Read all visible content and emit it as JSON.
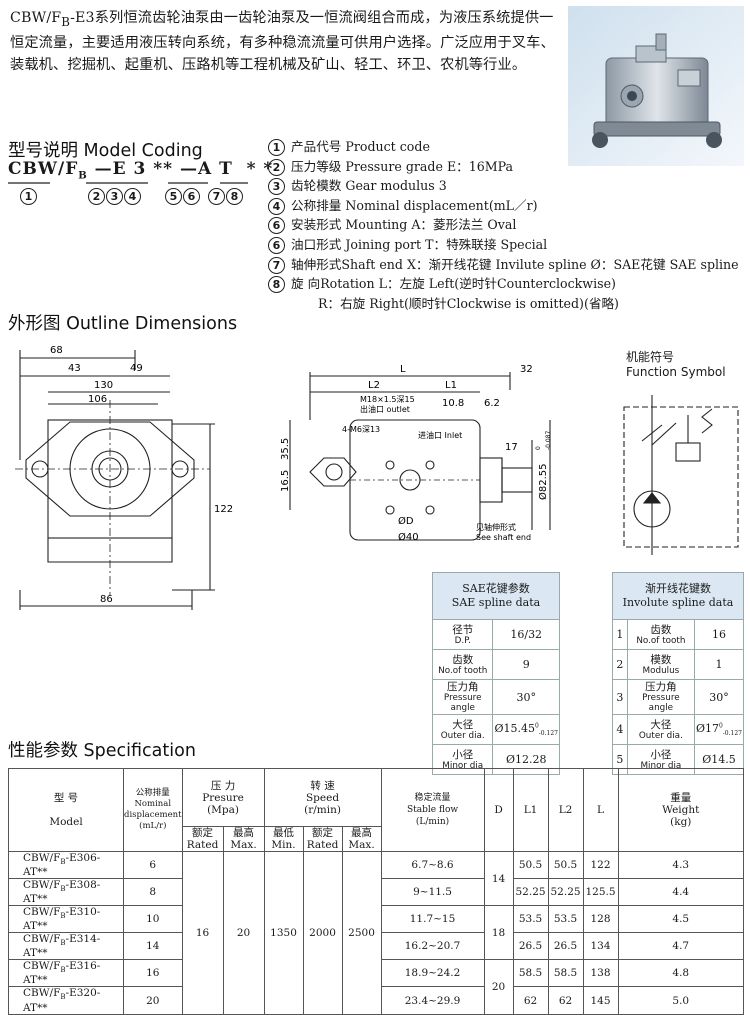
{
  "intro": {
    "text": "CBW/F<sub>B</sub>-E3系列恒流齿轮油泵由一齿轮油泵及一恒流阀组合而成，为液压系统提供一恒定流量，主要适用液压转向系统，有多种稳流流量可供用户选择。广泛应用于叉车、装载机、挖掘机、起重机、压路机等工程机械及矿山、轻工、环卫、农机等行业。"
  },
  "model_coding": {
    "title": "型号说明  Model Coding",
    "code": {
      "prefix": "CBW/F",
      "sub": "B",
      "rest": " —E 3 ** —A T  * *"
    },
    "numbers": [
      "1",
      "2",
      "3",
      "4",
      "5",
      "6",
      "7",
      "8"
    ],
    "legend": [
      {
        "n": "1",
        "text": "产品代号 Product code"
      },
      {
        "n": "2",
        "text": "压力等级 Pressure grade  E：16MPa"
      },
      {
        "n": "3",
        "text": "齿轮模数 Gear modulus 3"
      },
      {
        "n": "4",
        "text": "公称排量 Nominal displacement(mL／r)"
      },
      {
        "n": "6",
        "text": "安装形式 Mounting  A：菱形法兰 Oval"
      },
      {
        "n": "6",
        "text": "油口形式 Joining port  T：特殊联接 Special"
      },
      {
        "n": "7",
        "text": "轴伸形式Shaft end  X：渐开线花键 Invilute spline  Ø：SAE花键 SAE spline"
      },
      {
        "n": "8",
        "text": "旋  向Rotation  L：左旋 Left(逆时针Counterclockwise)"
      }
    ],
    "legend_extra": "R：右旋 Right(顺时针Clockwise is omitted)(省略)"
  },
  "outline": {
    "title": "外形图  Outline Dimensions",
    "front": {
      "d68": "68",
      "d43": "43",
      "d49": "49",
      "d130": "130",
      "d106": "106",
      "d122": "122",
      "d86": "86"
    },
    "side": {
      "L": "L",
      "L2": "L2",
      "L1": "L1",
      "d32": "32",
      "d108": "10.8",
      "d62": "6.2",
      "d355": "35.5",
      "d165": "16.5",
      "d17": "17",
      "outlet": "M18×1.5深15",
      "outlet_cn": "出油口  outlet",
      "m6": "4-M6深13",
      "inlet": "进油口 Inlet",
      "phiD": "ØD",
      "phi40": "Ø40",
      "phi82": "Ø82.55",
      "tol": "-0.087",
      "tol0": "0",
      "shaft_cn": "见轴伸形式",
      "shaft_en": "See shaft end"
    }
  },
  "function_symbol": {
    "title_cn": "机能符号",
    "title_en": "Function Symbol"
  },
  "sae_table": {
    "title_cn": "SAE花键参数",
    "title_en": "SAE spline data",
    "rows": [
      {
        "cn": "径节",
        "en": "D.P.",
        "val": "16/32"
      },
      {
        "cn": "齿数",
        "en": "No.of tooth",
        "val": "9"
      },
      {
        "cn": "压力角",
        "en": "Pressure angle",
        "val": "30°"
      },
      {
        "cn": "大径",
        "en": "Outer dia.",
        "val": "Ø15.45",
        "sup": "0",
        "sub": "-0.127"
      },
      {
        "cn": "小径",
        "en": "Minor dia",
        "val": "Ø12.28"
      }
    ]
  },
  "involute_table": {
    "title_cn": "渐开线花键数",
    "title_en": "Involute spline data",
    "rows": [
      {
        "i": "1",
        "cn": "齿数",
        "en": "No.of tooth",
        "val": "16"
      },
      {
        "i": "2",
        "cn": "模数",
        "en": "Modulus",
        "val": "1"
      },
      {
        "i": "3",
        "cn": "压力角",
        "en": "Pressure angle",
        "val": "30°"
      },
      {
        "i": "4",
        "cn": "大径",
        "en": "Outer dia.",
        "val": "Ø17",
        "sup": "0",
        "sub": "-0.127"
      },
      {
        "i": "5",
        "cn": "小径",
        "en": "Minor dia",
        "val": "Ø14.5"
      }
    ]
  },
  "spec": {
    "title": "性能参数  Specification",
    "headers": {
      "model_cn": "型    号",
      "model_en": "Model",
      "disp": "公称排量 Nominal displacement (mL/r)",
      "pres_cn": "压    力",
      "pres_en": "Presure",
      "pres_unit": "(Mpa)",
      "speed_cn": "转    速",
      "speed_en": "Speed",
      "speed_unit": "(r/min)",
      "flow_cn": "稳定流量",
      "flow_en": "Stable flow",
      "flow_unit": "(L/min)",
      "D": "D",
      "L1": "L1",
      "L2": "L2",
      "L": "L",
      "wt_cn": "重量",
      "wt_en": "Weight",
      "wt_unit": "(kg)",
      "rated_cn": "额定",
      "rated_en": "Rated",
      "max_cn": "最高",
      "max_en": "Max.",
      "min_cn": "最低",
      "min_en": "Min."
    },
    "shared": {
      "pres_rated": "16",
      "pres_max": "20",
      "sp_min": "1350",
      "sp_rated": "2000",
      "sp_max": "2500"
    },
    "D_groups": [
      "14",
      "18",
      "20"
    ],
    "rows": [
      {
        "model": "CBW/FB-E306-AT**",
        "disp": "6",
        "flow": "6.7~8.6",
        "l1": "50.5",
        "l2": "50.5",
        "l": "122",
        "wt": "4.3"
      },
      {
        "model": "CBW/FB-E308-AT**",
        "disp": "8",
        "flow": "9~11.5",
        "l1": "52.25",
        "l2": "52.25",
        "l": "125.5",
        "wt": "4.4"
      },
      {
        "model": "CBW/FB-E310-AT**",
        "disp": "10",
        "flow": "11.7~15",
        "l1": "53.5",
        "l2": "53.5",
        "l": "128",
        "wt": "4.5"
      },
      {
        "model": "CBW/FB-E314-AT**",
        "disp": "14",
        "flow": "16.2~20.7",
        "l1": "26.5",
        "l2": "26.5",
        "l": "134",
        "wt": "4.7"
      },
      {
        "model": "CBW/FB-E316-AT**",
        "disp": "16",
        "flow": "18.9~24.2",
        "l1": "58.5",
        "l2": "58.5",
        "l": "138",
        "wt": "4.8"
      },
      {
        "model": "CBW/FB-E320-AT**",
        "disp": "20",
        "flow": "23.4~29.9",
        "l1": "62",
        "l2": "62",
        "l": "145",
        "wt": "5.0"
      }
    ]
  }
}
